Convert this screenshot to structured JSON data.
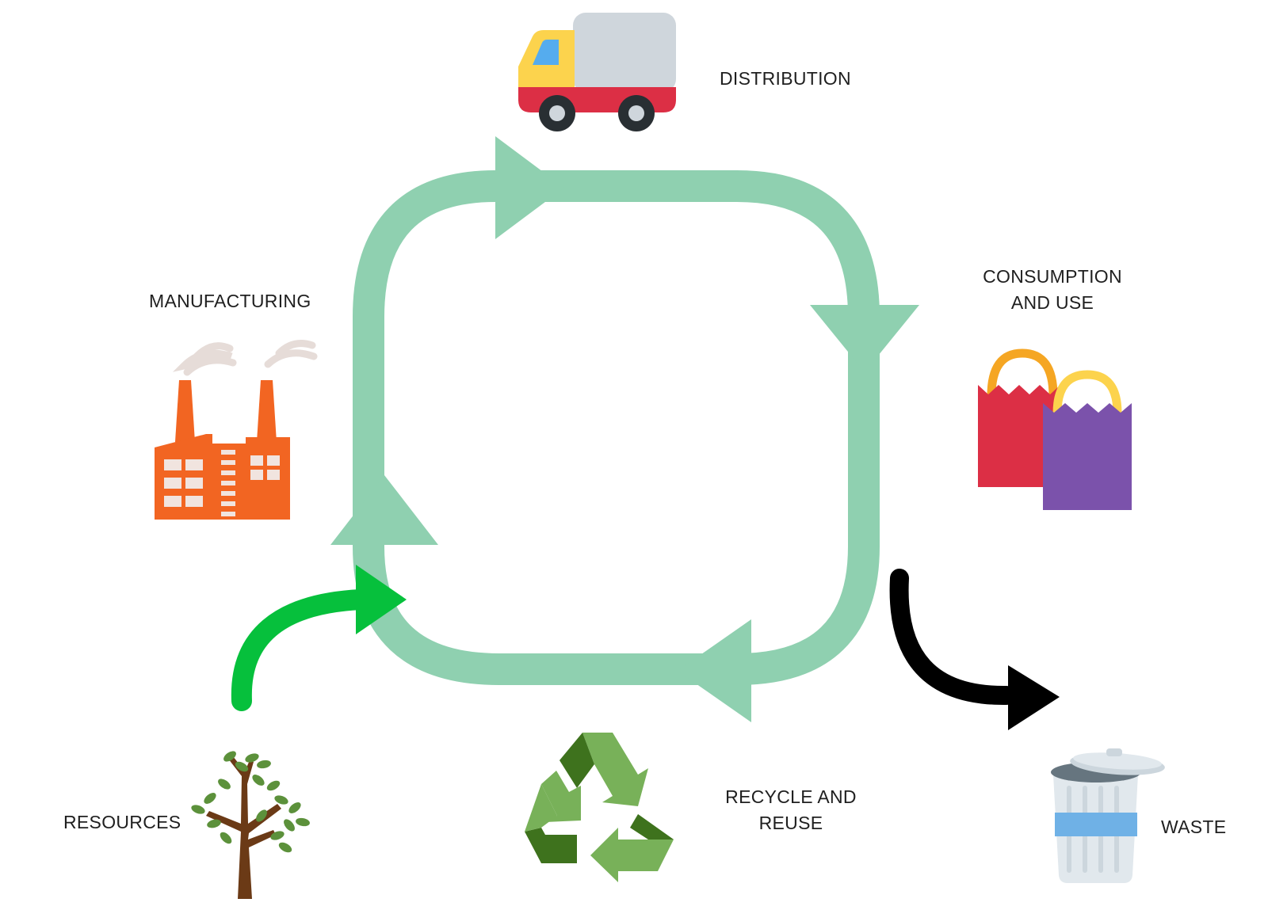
{
  "diagram": {
    "labels": {
      "distribution": "DISTRIBUTION",
      "manufacturing": "MANUFACTURING",
      "consumption": [
        "CONSUMPTION",
        "AND USE"
      ],
      "recycle": [
        "RECYCLE AND",
        "REUSE"
      ],
      "resources": "RESOURCES",
      "waste": "WASTE"
    },
    "colors": {
      "cycle": "#8fd0b0",
      "input_arrow": "#06c03c",
      "output_arrow": "#000000",
      "factory": "#f26522",
      "truck_cab": "#fcd34d",
      "truck_body": "#cfd6dc",
      "truck_base": "#dc2f45",
      "bag_red": "#dc2f45",
      "bag_purple": "#7b52ab",
      "bag_handle": "#f5a623",
      "recycle_light": "#78b159",
      "recycle_dark": "#3e721d",
      "tree_trunk": "#6b3a16",
      "tree_leaf": "#5c913b"
    },
    "icons": [
      "truck-icon",
      "factory-icon",
      "shopping-bags-icon",
      "recycle-icon",
      "tree-icon",
      "trash-can-icon"
    ]
  }
}
